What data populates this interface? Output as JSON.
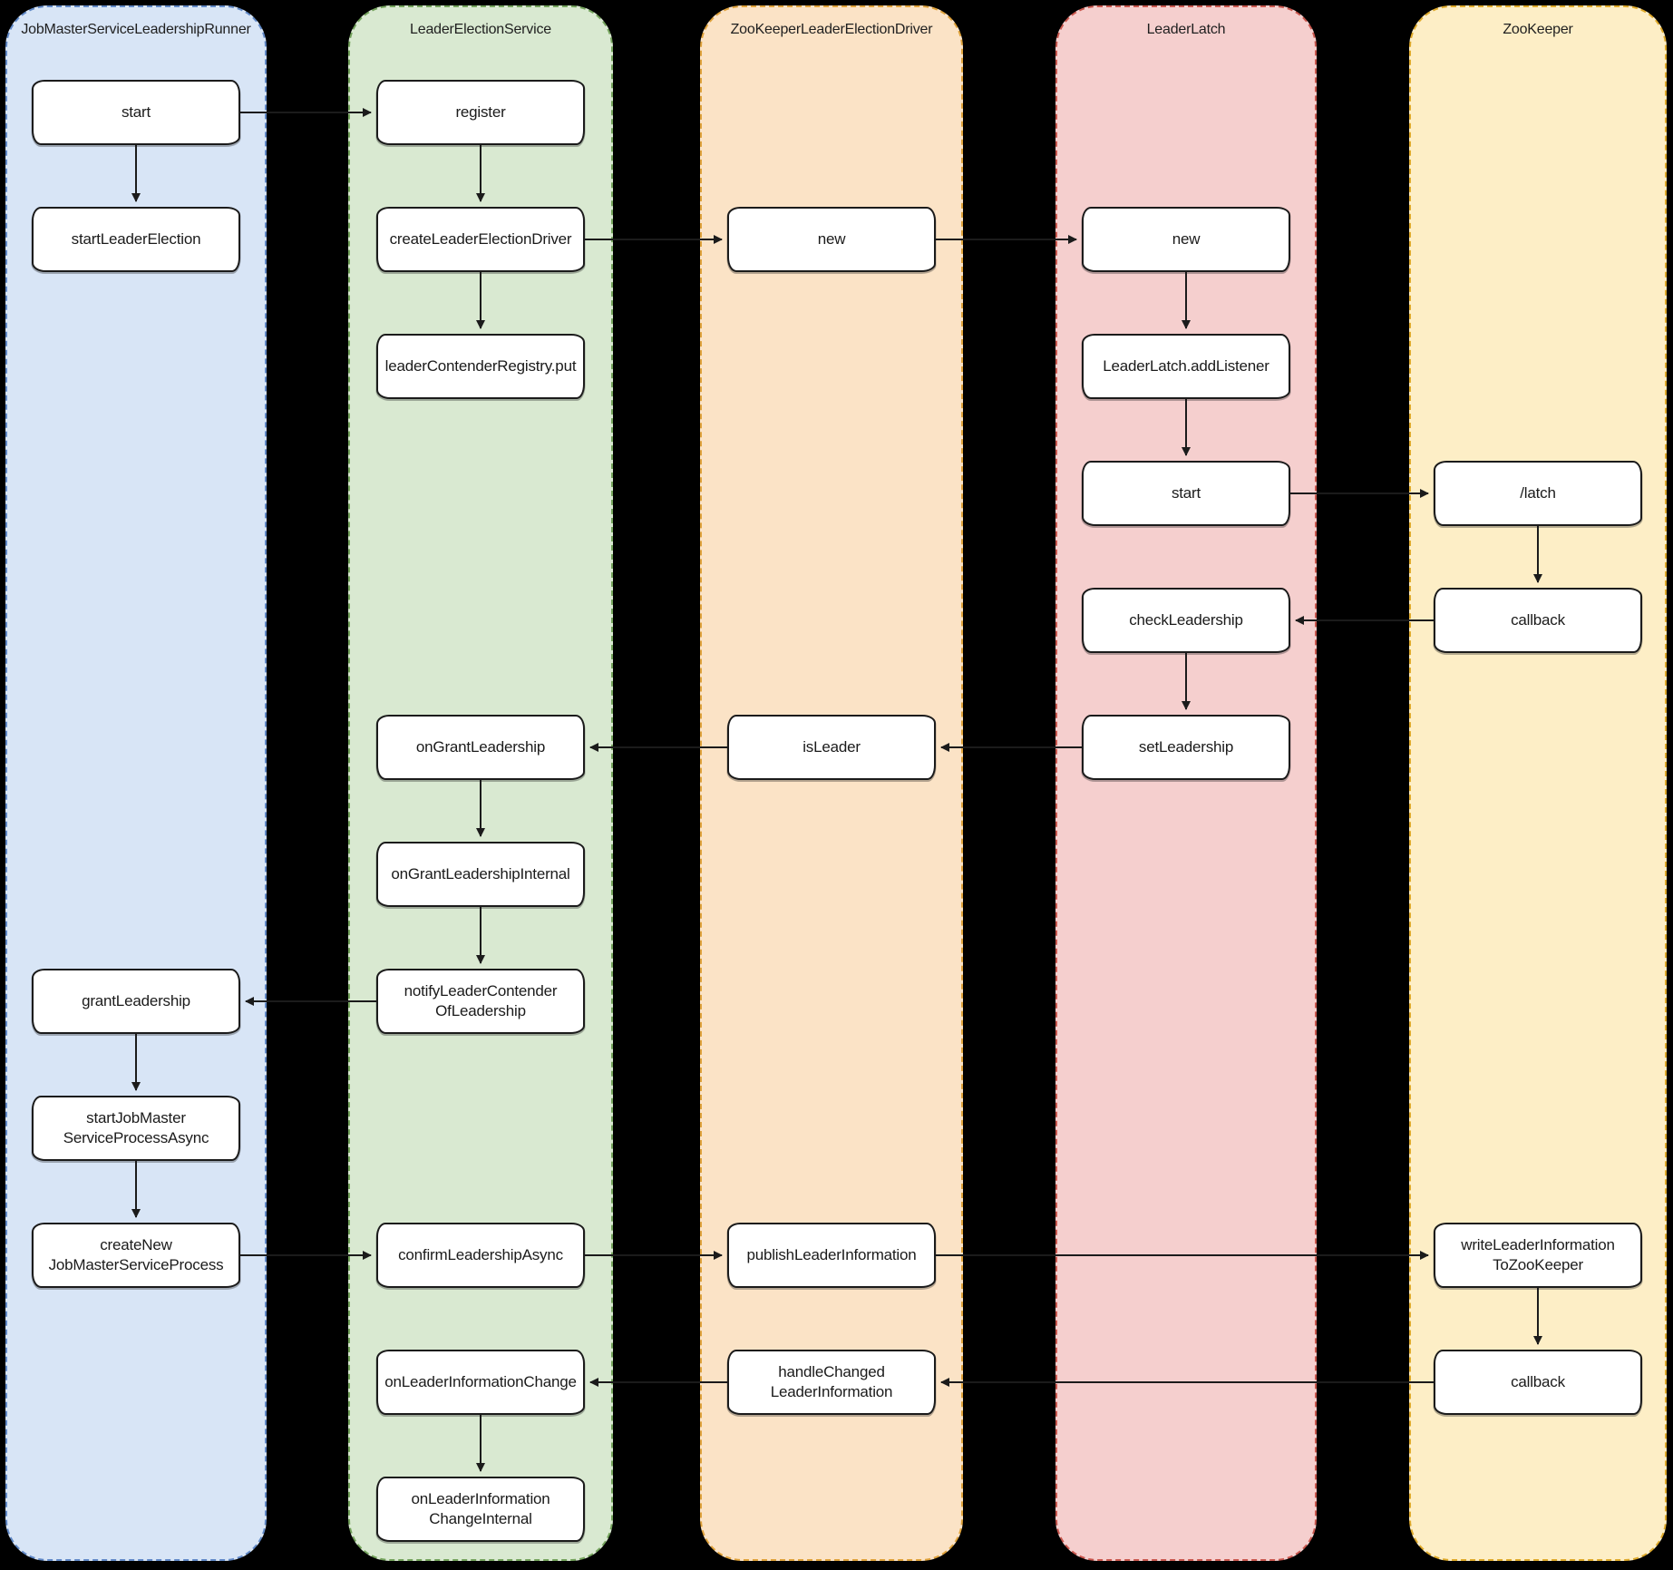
{
  "canvas": {
    "background": "#000000",
    "node_fill": "#ffffff",
    "stroke": "#1b1b1b"
  },
  "lanes": [
    {
      "title": "JobMasterServiceLeadershipRunner",
      "fill": "#d8e5f6",
      "border": "#6189c7",
      "nodes": [
        {
          "label": "start"
        },
        {
          "label": "startLeaderElection"
        },
        {
          "label": "grantLeadership"
        },
        {
          "label": "startJobMaster\nServiceProcessAsync"
        },
        {
          "label": "createNew\nJobMasterServiceProcess"
        }
      ]
    },
    {
      "title": "LeaderElectionService",
      "fill": "#d9e9d1",
      "border": "#74a35c",
      "nodes": [
        {
          "label": "register"
        },
        {
          "label": "createLeaderElectionDriver"
        },
        {
          "label": "leaderContenderRegistry.put"
        },
        {
          "label": "onGrantLeadership"
        },
        {
          "label": "onGrantLeadershipInternal"
        },
        {
          "label": "notifyLeaderContender\nOfLeadership"
        },
        {
          "label": "confirmLeadershipAsync"
        },
        {
          "label": "onLeaderInformationChange"
        },
        {
          "label": "onLeaderInformation\nChangeInternal"
        }
      ]
    },
    {
      "title": "ZooKeeperLeaderElectionDriver",
      "fill": "#fbe3c6",
      "border": "#dfa23b",
      "nodes": [
        {
          "label": "new"
        },
        {
          "label": "isLeader"
        },
        {
          "label": "publishLeaderInformation"
        },
        {
          "label": "handleChanged\nLeaderInformation"
        }
      ]
    },
    {
      "title": "LeaderLatch",
      "fill": "#f5cfce",
      "border": "#c9574e",
      "nodes": [
        {
          "label": "new"
        },
        {
          "label": "LeaderLatch.addListener"
        },
        {
          "label": "start"
        },
        {
          "label": "checkLeadership"
        },
        {
          "label": "setLeadership"
        }
      ]
    },
    {
      "title": "ZooKeeper",
      "fill": "#fdeec6",
      "border": "#dfaa2b",
      "nodes": [
        {
          "label": "/latch"
        },
        {
          "label": "callback"
        },
        {
          "label": "writeLeaderInformation\nToZooKeeper"
        },
        {
          "label": "callback"
        }
      ]
    }
  ]
}
